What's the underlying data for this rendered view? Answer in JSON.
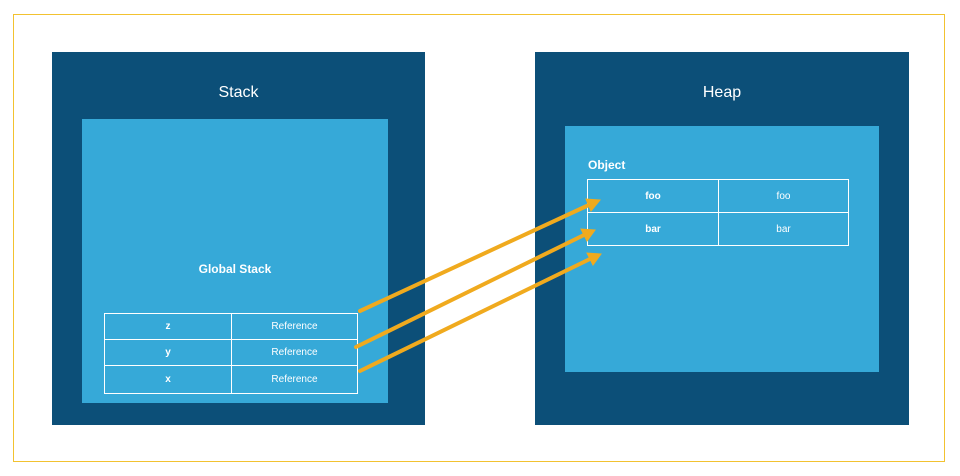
{
  "stack": {
    "title": "Stack",
    "global_stack_label": "Global Stack",
    "rows": [
      {
        "name": "z",
        "value": "Reference"
      },
      {
        "name": "y",
        "value": "Reference"
      },
      {
        "name": "x",
        "value": "Reference"
      }
    ]
  },
  "heap": {
    "title": "Heap",
    "object_label": "Object",
    "rows": [
      {
        "key": "foo",
        "value": "foo"
      },
      {
        "key": "bar",
        "value": "bar"
      }
    ]
  },
  "colors": {
    "frame_border": "#f2c230",
    "panel": "#0c4f78",
    "inner": "#36a9d8",
    "arrow": "#f0aa1e"
  }
}
